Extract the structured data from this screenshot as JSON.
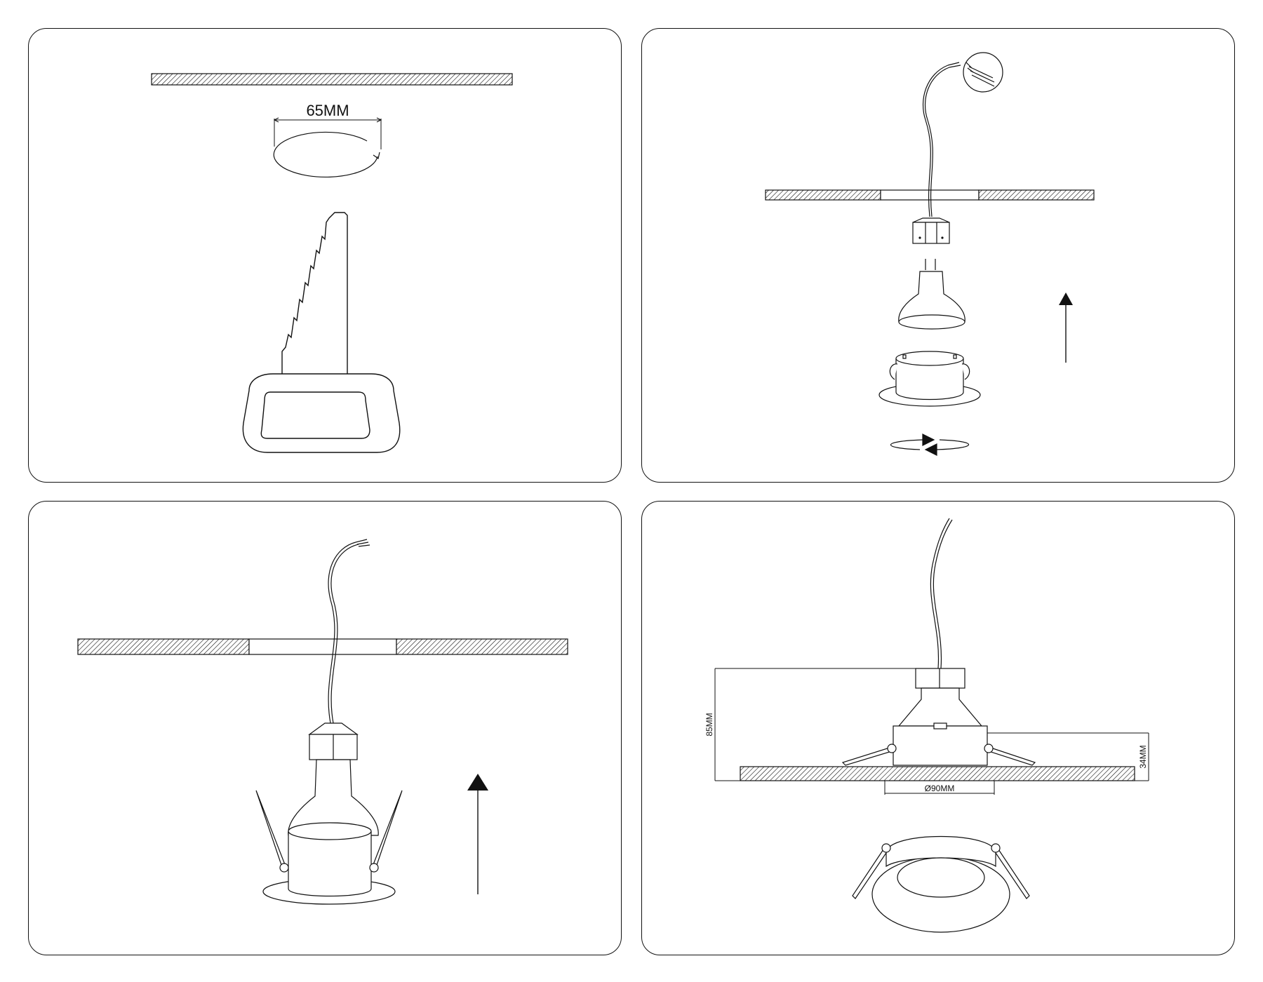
{
  "step1": {
    "hole_label": "65MM"
  },
  "step4": {
    "height_label": "85MM",
    "depth_label": "34MM",
    "diameter_label": "Ø90MM"
  },
  "colors": {
    "line": "#111111",
    "background": "#ffffff"
  },
  "icons": [
    "saw-icon",
    "arrow-up-icon",
    "rotate-arrows-icon",
    "wire-connector-icon"
  ]
}
